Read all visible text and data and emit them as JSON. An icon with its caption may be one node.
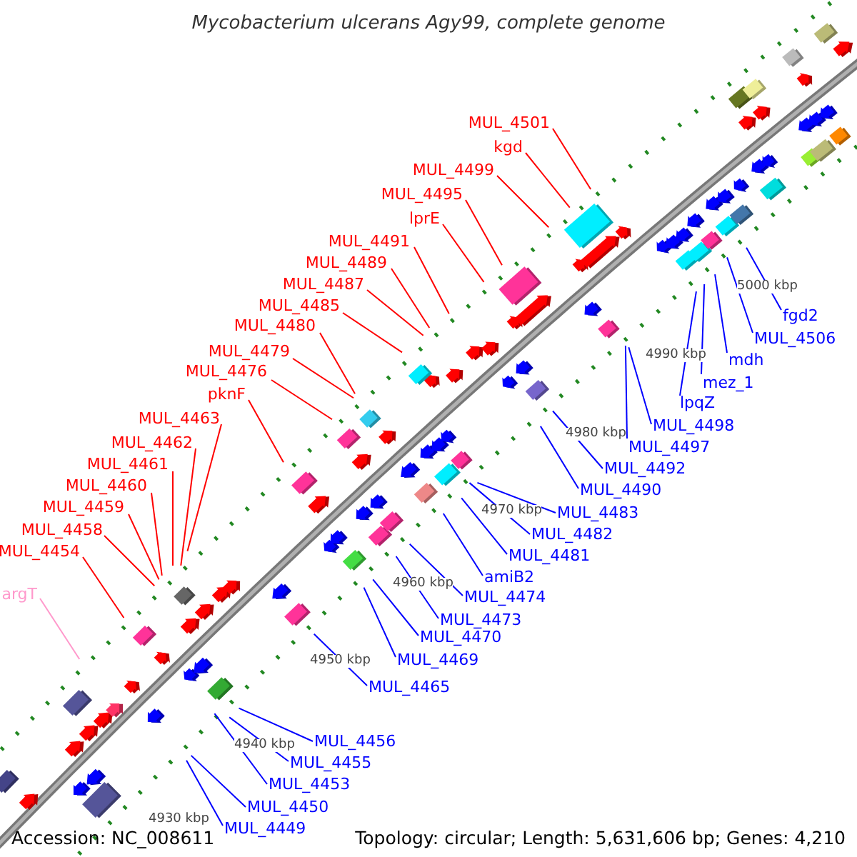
{
  "diagram": {
    "title": "Mycobacterium ulcerans Agy99, complete genome",
    "nodes": [
      {
        "text": [
          "MUL_4501"
        ]
      },
      {
        "text": [
          "kgd"
        ]
      },
      {
        "text": [
          "MUL_4499"
        ]
      },
      {
        "text": [
          "MUL_4495"
        ]
      },
      {
        "text": [
          "lprE"
        ]
      },
      {
        "text": [
          "MUL_4491"
        ]
      },
      {
        "text": [
          "MUL_4489"
        ]
      },
      {
        "text": [
          "MUL_4487"
        ]
      },
      {
        "text": [
          "MUL_4485"
        ]
      },
      {
        "text": [
          "MUL_4480"
        ]
      },
      {
        "text": [
          "MUL_4479"
        ]
      },
      {
        "text": [
          "MUL_4476"
        ]
      },
      {
        "text": [
          "pknF"
        ]
      },
      {
        "text": [
          "MUL_4463"
        ]
      },
      {
        "text": [
          "MUL_4462"
        ]
      },
      {
        "text": [
          "MUL_4461"
        ]
      },
      {
        "text": [
          "MUL_4460"
        ]
      },
      {
        "text": [
          "MUL_4459"
        ]
      },
      {
        "text": [
          "MUL_4458"
        ]
      },
      {
        "text": [
          "MUL_4454"
        ]
      },
      {
        "text": [
          "argT"
        ]
      },
      {
        "text": [
          "fgd2"
        ]
      },
      {
        "text": [
          "MUL_4506"
        ]
      },
      {
        "text": [
          "mdh"
        ]
      },
      {
        "text": [
          "mez_1"
        ]
      },
      {
        "text": [
          "lpqZ"
        ]
      },
      {
        "text": [
          "MUL_4498"
        ]
      },
      {
        "text": [
          "MUL_4497"
        ]
      },
      {
        "text": [
          "MUL_4492"
        ]
      },
      {
        "text": [
          "MUL_4490"
        ]
      },
      {
        "text": [
          "MUL_4483"
        ]
      },
      {
        "text": [
          "MUL_4482"
        ]
      },
      {
        "text": [
          "MUL_4481"
        ]
      },
      {
        "text": [
          "amiB2"
        ]
      },
      {
        "text": [
          "MUL_4474"
        ]
      },
      {
        "text": [
          "MUL_4473"
        ]
      },
      {
        "text": [
          "MUL_4470"
        ]
      },
      {
        "text": [
          "MUL_4469"
        ]
      },
      {
        "text": [
          "MUL_4465"
        ]
      },
      {
        "text": [
          "MUL_4456"
        ]
      },
      {
        "text": [
          "MUL_4455"
        ]
      },
      {
        "text": [
          "MUL_4453"
        ]
      },
      {
        "text": [
          "MUL_4450"
        ]
      },
      {
        "text": [
          "MUL_4449"
        ]
      }
    ],
    "edges": [
      {
        "from": 0,
        "to": null,
        "arrow": "none",
        "color": "#ff0000"
      },
      {
        "from": 1,
        "to": null,
        "arrow": "none",
        "color": "#ff0000"
      },
      {
        "from": 2,
        "to": null,
        "arrow": "none",
        "color": "#ff0000"
      },
      {
        "from": 3,
        "to": null,
        "arrow": "none",
        "color": "#ff0000"
      },
      {
        "from": 4,
        "to": null,
        "arrow": "none",
        "color": "#ff0000"
      },
      {
        "from": 5,
        "to": null,
        "arrow": "none",
        "color": "#ff0000"
      },
      {
        "from": 6,
        "to": null,
        "arrow": "none",
        "color": "#ff0000"
      },
      {
        "from": 7,
        "to": null,
        "arrow": "none",
        "color": "#ff0000"
      },
      {
        "from": 8,
        "to": null,
        "arrow": "none",
        "color": "#ff0000"
      },
      {
        "from": 9,
        "to": null,
        "arrow": "none",
        "color": "#ff0000"
      },
      {
        "from": 10,
        "to": null,
        "arrow": "none",
        "color": "#ff0000"
      },
      {
        "from": 11,
        "to": null,
        "arrow": "none",
        "color": "#ff0000"
      },
      {
        "from": 12,
        "to": null,
        "arrow": "none",
        "color": "#ff0000"
      },
      {
        "from": 13,
        "to": null,
        "arrow": "none",
        "color": "#ff0000"
      },
      {
        "from": 14,
        "to": null,
        "arrow": "none",
        "color": "#ff0000"
      },
      {
        "from": 15,
        "to": null,
        "arrow": "none",
        "color": "#ff0000"
      },
      {
        "from": 16,
        "to": null,
        "arrow": "none",
        "color": "#ff0000"
      },
      {
        "from": 17,
        "to": null,
        "arrow": "none",
        "color": "#ff0000"
      },
      {
        "from": 18,
        "to": null,
        "arrow": "none",
        "color": "#ff0000"
      },
      {
        "from": 19,
        "to": null,
        "arrow": "none",
        "color": "#ff0000"
      },
      {
        "from": 20,
        "to": null,
        "arrow": "none",
        "color": "#ff99cc"
      },
      {
        "from": 21,
        "to": null,
        "arrow": "none"
      },
      {
        "from": 22,
        "to": null,
        "arrow": "none"
      },
      {
        "from": 23,
        "to": null,
        "arrow": "none"
      },
      {
        "from": 24,
        "to": null,
        "arrow": "none"
      },
      {
        "from": 25,
        "to": null,
        "arrow": "none"
      },
      {
        "from": 26,
        "to": null,
        "arrow": "none"
      },
      {
        "from": 27,
        "to": null,
        "arrow": "none"
      },
      {
        "from": 28,
        "to": null,
        "arrow": "none"
      },
      {
        "from": 29,
        "to": null,
        "arrow": "none"
      },
      {
        "from": 30,
        "to": null,
        "arrow": "none"
      },
      {
        "from": 31,
        "to": null,
        "arrow": "none"
      },
      {
        "from": 32,
        "to": null,
        "arrow": "none"
      },
      {
        "from": 33,
        "to": null,
        "arrow": "none"
      },
      {
        "from": 34,
        "to": null,
        "arrow": "none"
      },
      {
        "from": 35,
        "to": null,
        "arrow": "none"
      },
      {
        "from": 36,
        "to": null,
        "arrow": "none"
      },
      {
        "from": 37,
        "to": null,
        "arrow": "none"
      },
      {
        "from": 38,
        "to": null,
        "arrow": "none"
      },
      {
        "from": 39,
        "to": null,
        "arrow": "none"
      },
      {
        "from": 40,
        "to": null,
        "arrow": "none"
      },
      {
        "from": 41,
        "to": null,
        "arrow": "none"
      },
      {
        "from": 42,
        "to": null,
        "arrow": "none"
      },
      {
        "from": 43,
        "to": null,
        "arrow": "none"
      }
    ],
    "labels": [
      "4930 kbp",
      "4940 kbp",
      "4950 kbp",
      "4960 kbp",
      "4970 kbp",
      "4980 kbp",
      "4990 kbp",
      "5000 kbp",
      "Accession: NC_008611",
      "Topology: circular; Length: 5,631,606 bp; Genes: 4,210"
    ]
  }
}
